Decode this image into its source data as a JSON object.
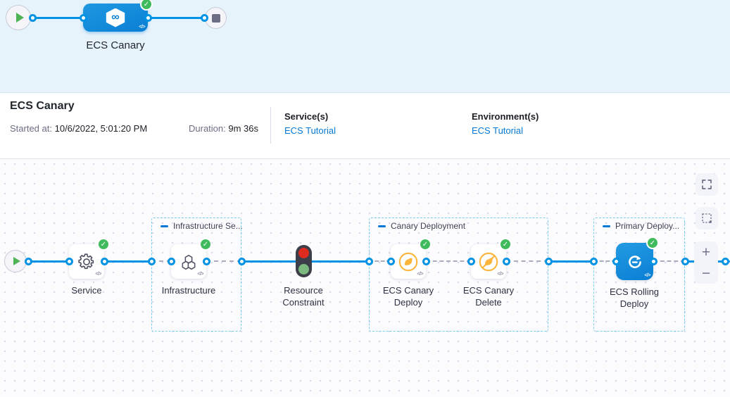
{
  "icons": {
    "check": "✓",
    "code": "</>",
    "plus": "+",
    "minus": "−",
    "infinity": "∞"
  },
  "top_pipeline": {
    "stage_label": "ECS Canary"
  },
  "header": {
    "title": "ECS Canary",
    "started_label": "Started at:",
    "started_value": "10/6/2022, 5:01:20 PM",
    "duration_label": "Duration:",
    "duration_value": "9m 36s",
    "services_label": "Service(s)",
    "services_value": "ECS Tutorial",
    "environments_label": "Environment(s)",
    "environments_value": "ECS Tutorial"
  },
  "graph": {
    "groups": [
      {
        "label": "Infrastructure Se..."
      },
      {
        "label": "Canary Deployment"
      },
      {
        "label": "Primary Deploy..."
      }
    ],
    "nodes": [
      {
        "label": "Service"
      },
      {
        "label": "Infrastructure"
      },
      {
        "label": "Resource Constraint"
      },
      {
        "label": "ECS Canary Deploy"
      },
      {
        "label": "ECS Canary Delete"
      },
      {
        "label": "ECS Rolling Deploy"
      }
    ]
  },
  "colors": {
    "accent_blue": "#0092e4",
    "node_blue": "#0278d5",
    "success_green": "#3fba5d",
    "canary_yellow": "#fbb53a"
  }
}
